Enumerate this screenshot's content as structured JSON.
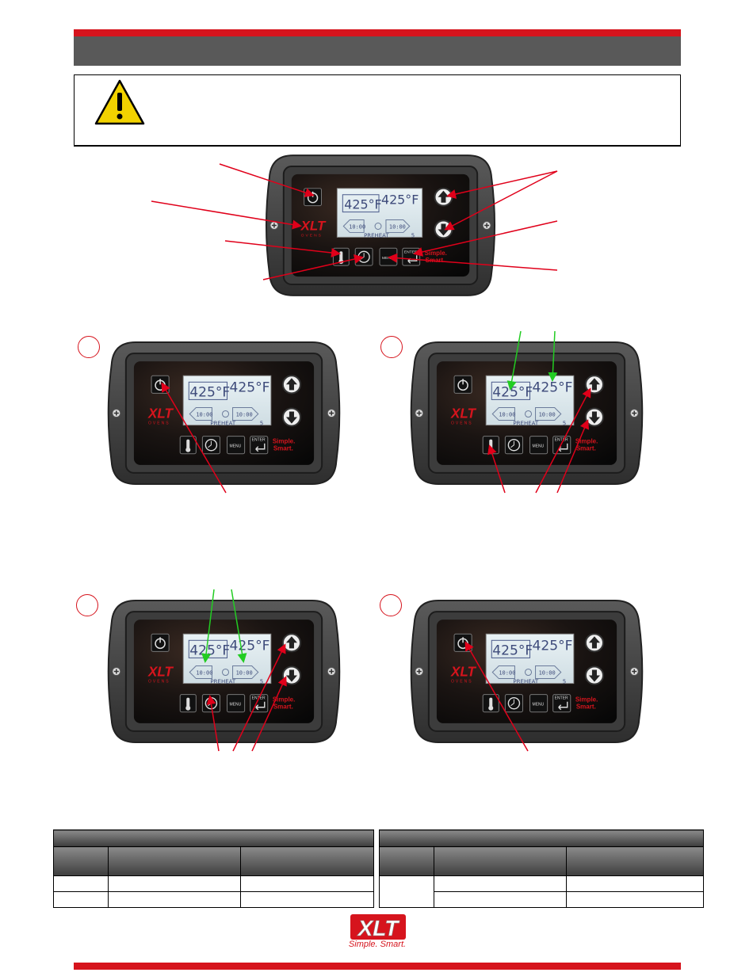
{
  "brand": {
    "logo_text": "XLT",
    "logo_sub": "OVENS",
    "tagline": "Simple. Smart.",
    "footer_tagline": "Simple. Smart."
  },
  "display": {
    "temp_actual": "425°F",
    "temp_set": "425°F",
    "time_left": "10:00",
    "time_right": "10:00",
    "mode": "PREHEAT",
    "zone": "5"
  },
  "keys": {
    "enter_label": "ENTER",
    "menu_label": "MENU"
  },
  "colors": {
    "header_red": "#d6141d",
    "header_gray": "#595959",
    "callout_red": "#e0001a",
    "callout_green": "#22cc22"
  },
  "icons": [
    "warning-icon",
    "power-icon",
    "thermometer-icon",
    "clock-icon",
    "up-arrow-icon",
    "down-arrow-icon",
    "enter-icon",
    "screw-icon"
  ]
}
